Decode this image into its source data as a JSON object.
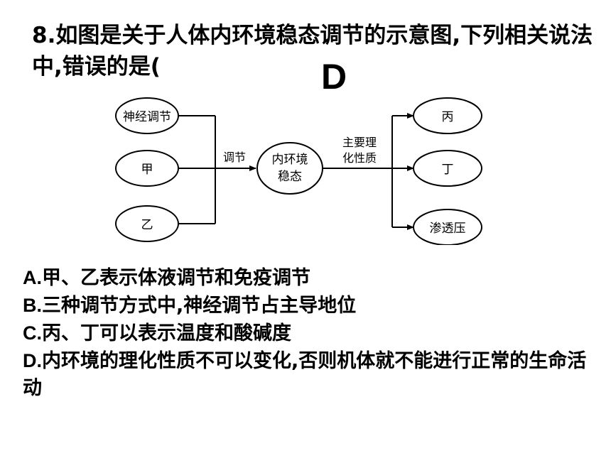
{
  "question": {
    "text": "8.如图是关于人体内环境稳态调节的示意图,下列相关说法中,错误的是(",
    "answer": "D"
  },
  "diagram": {
    "left_nodes": [
      "神经调节",
      "甲",
      "乙"
    ],
    "arrow_label": "调节",
    "center_node_line1": "内环境",
    "center_node_line2": "稳态",
    "right_label_line1": "主要理",
    "right_label_line2": "化性质",
    "right_nodes": [
      "丙",
      "丁",
      "渗透压"
    ]
  },
  "options": [
    {
      "letter": "A.",
      "text": "甲、乙表示体液调节和免疫调节"
    },
    {
      "letter": "B.",
      "text": "三种调节方式中,神经调节占主导地位"
    },
    {
      "letter": "C.",
      "text": "丙、丁可以表示温度和酸碱度"
    },
    {
      "letter": "D.",
      "text": "内环境的理化性质不可以变化,否则机体就不能进行正常的生命活动"
    }
  ]
}
